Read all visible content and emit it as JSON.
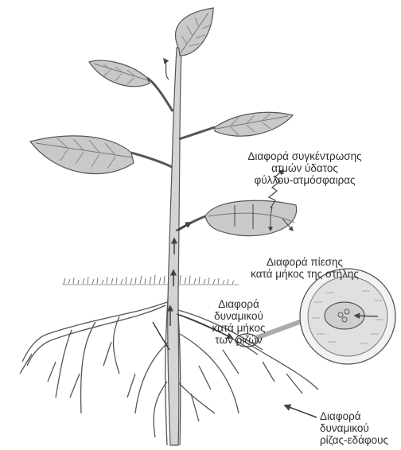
{
  "labels": {
    "vapor_gradient": [
      "Διαφορά συγκέντρωσης",
      "ατμών ύδατος",
      "φύλλου-ατμόσφαιρας"
    ],
    "pressure_gradient": [
      "Διαφορά πίεσης",
      "κατά μήκος της στήλης"
    ],
    "root_potential": [
      "Διαφορά",
      "δυναμικού",
      "κατά μήκος",
      "των ριζών"
    ],
    "root_soil_potential": [
      "Διαφορά",
      "δυναμικού",
      "ρίζας-εδάφους"
    ]
  },
  "colors": {
    "background": "#ffffff",
    "leaf_fill": "#c9c9c9",
    "leaf_vein": "#7a7a7a",
    "stem_fill": "#d4d4d4",
    "outline": "#555555",
    "text": "#2e2e2e"
  },
  "icons": [
    "plant-illustration",
    "root-cross-section-icon",
    "flow-arrow-icon",
    "wavy-arrow-icon"
  ]
}
